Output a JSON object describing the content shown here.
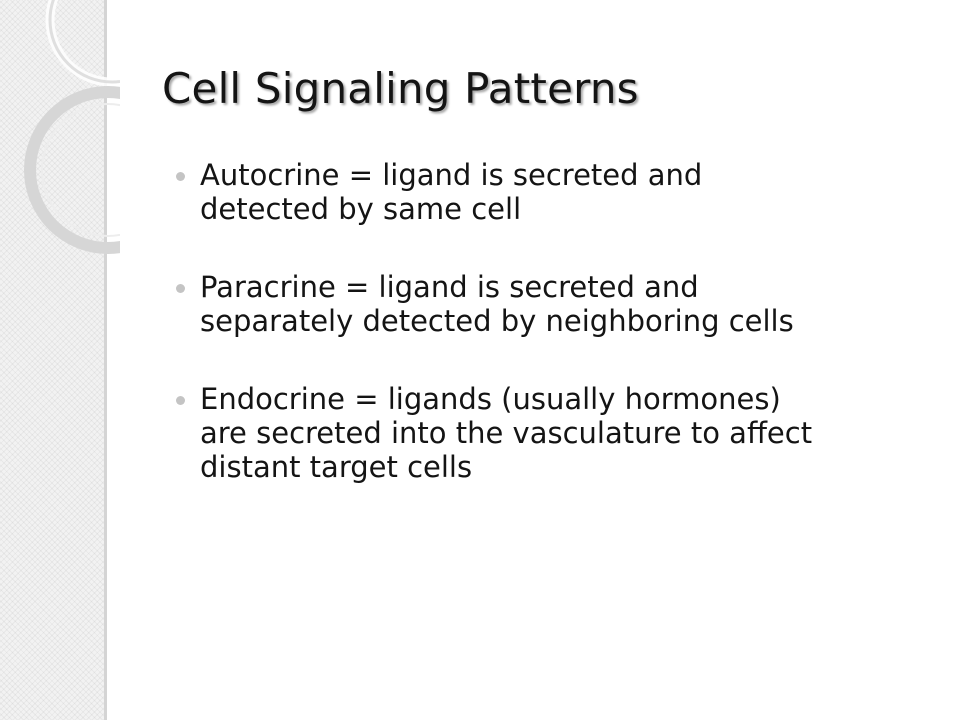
{
  "slide": {
    "title": "Cell Signaling Patterns",
    "bullets": [
      {
        "line1": "Autocrine = ligand is secreted and",
        "line2": "detected by same cell"
      },
      {
        "line1": "Paracrine = ligand is secreted and",
        "line2": "separately detected by neighboring cells"
      },
      {
        "line1": "Endocrine = ligands (usually hormones)",
        "line2": "are secreted into the vasculature to affect",
        "line3": "distant target cells"
      }
    ]
  },
  "colors": {
    "text": "#141414",
    "side_panel": "#f2f2f2",
    "side_line": "#d4d4d4",
    "bullet_dot": "#c4c4c4",
    "ring": "#d6d6d6"
  },
  "icons": {
    "decoration": "ring-decoration-icon",
    "bullet": "bullet-dot-icon"
  }
}
